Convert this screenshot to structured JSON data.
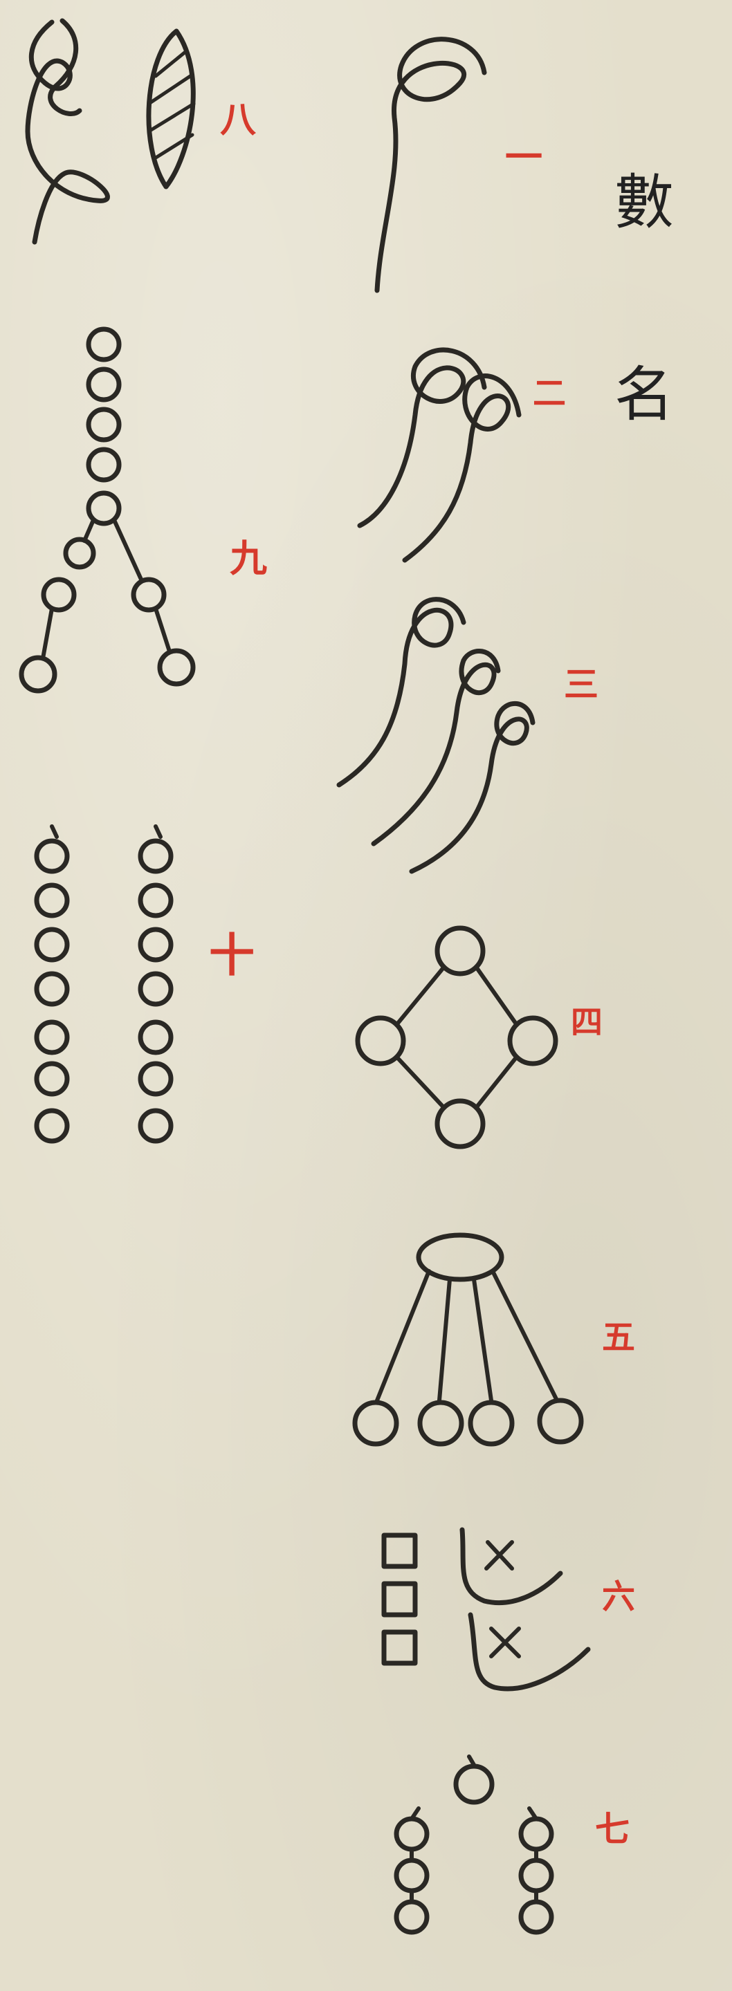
{
  "heading": {
    "char1": "數",
    "char2": "名"
  },
  "numerals": {
    "n1": "一",
    "n2": "二",
    "n3": "三",
    "n4": "四",
    "n5": "五",
    "n6": "六",
    "n7": "七",
    "n8": "八",
    "n9": "九",
    "n10": "十"
  },
  "colors": {
    "paper": "#e4dfcc",
    "ink": "#2a2824",
    "red_numeral": "#d63a2c"
  }
}
